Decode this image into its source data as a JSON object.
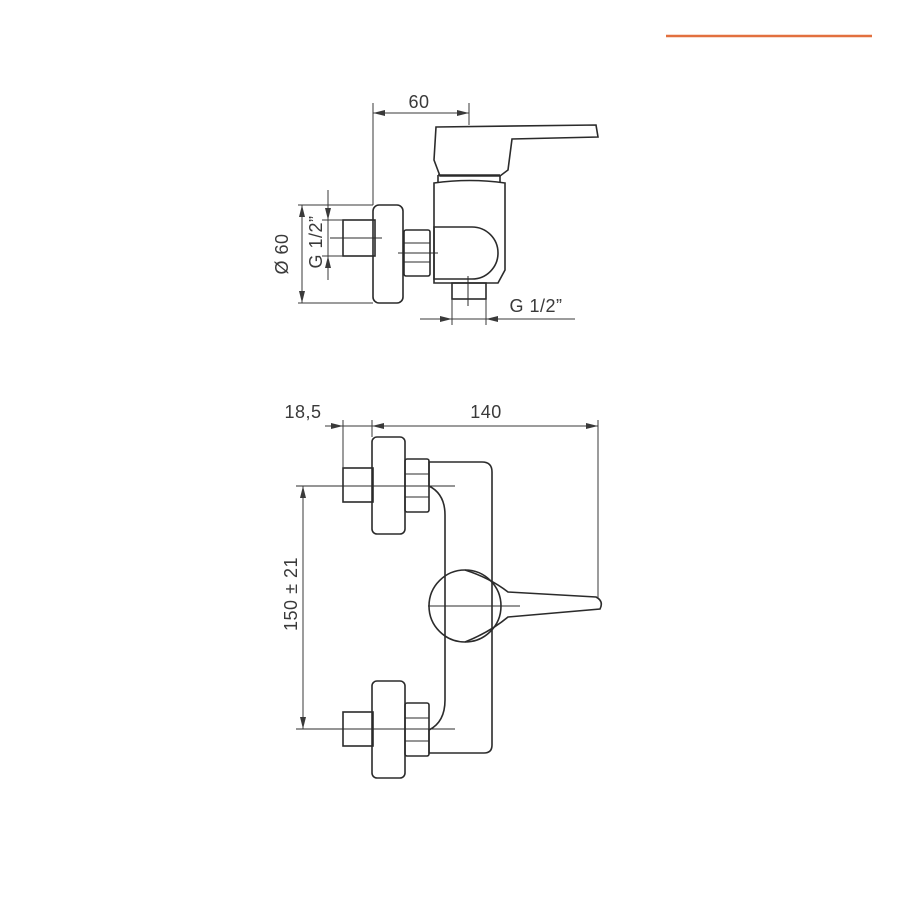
{
  "accent_color": "#e2703f",
  "line_color": "#2b2b2b",
  "side_view": {
    "width_label": "60",
    "diameter_label": "Ø 60",
    "inlet_thread_label": "G 1/2”",
    "outlet_thread_label": "G 1/2”"
  },
  "front_view": {
    "offset_label": "18,5",
    "length_label": "140",
    "spacing_label": "150 ± 21"
  }
}
